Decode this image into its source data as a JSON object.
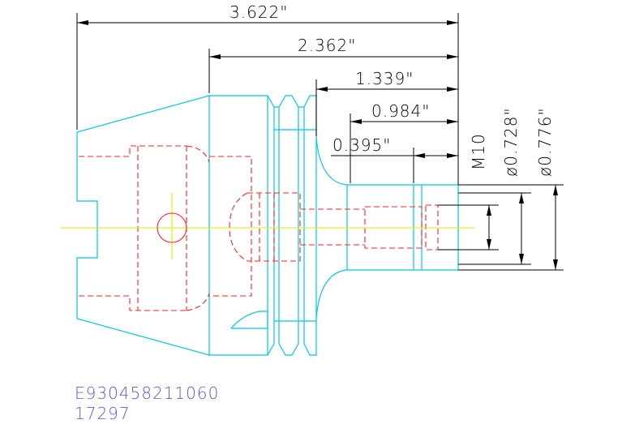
{
  "dimensions": {
    "length_overall": "3.622\"",
    "length_flange": "2.362\"",
    "length_neck": "1.339\"",
    "length_nose": "0.984\"",
    "length_thread": "0.395\"",
    "thread": "M10",
    "dia_small": "ø0.728\"",
    "dia_large": "ø0.776\""
  },
  "part_number": "E930458211060",
  "item_code": "17297",
  "colors": {
    "outline": "#00c8e6",
    "hidden": "#ff2020",
    "centerline": "#e6e600",
    "dimension": "#000000",
    "part_text": "#5a5ad6"
  }
}
